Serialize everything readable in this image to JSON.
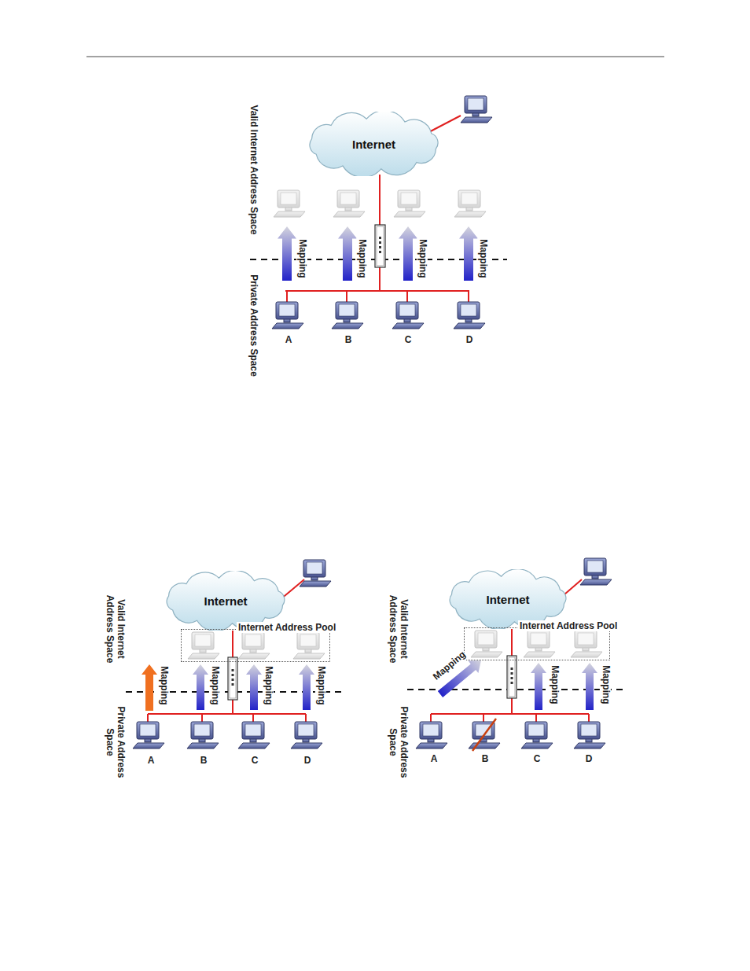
{
  "diagram": {
    "nodes": [
      {
        "text": [
          "Internet"
        ]
      },
      {
        "text": [
          "Internet"
        ]
      },
      {
        "text": [
          "Internet Address Pool"
        ]
      },
      {
        "text": [
          "Internet"
        ]
      },
      {
        "text": [
          "Internet Address Pool"
        ]
      }
    ],
    "labels": [
      "Valid Internet Address Space",
      "Private Address Space",
      "Mapping",
      "Mapping",
      "Mapping",
      "Mapping",
      "A",
      "B",
      "C",
      "D",
      "Valid Internet Address Space",
      "Private Address Space",
      "Mapping",
      "Mapping",
      "Mapping",
      "Mapping",
      "A",
      "B",
      "C",
      "D",
      "Valid Internet Address Space",
      "Private Address Space",
      "Mapping",
      "Mapping",
      "Mapping",
      "A",
      "B",
      "C",
      "D"
    ]
  }
}
